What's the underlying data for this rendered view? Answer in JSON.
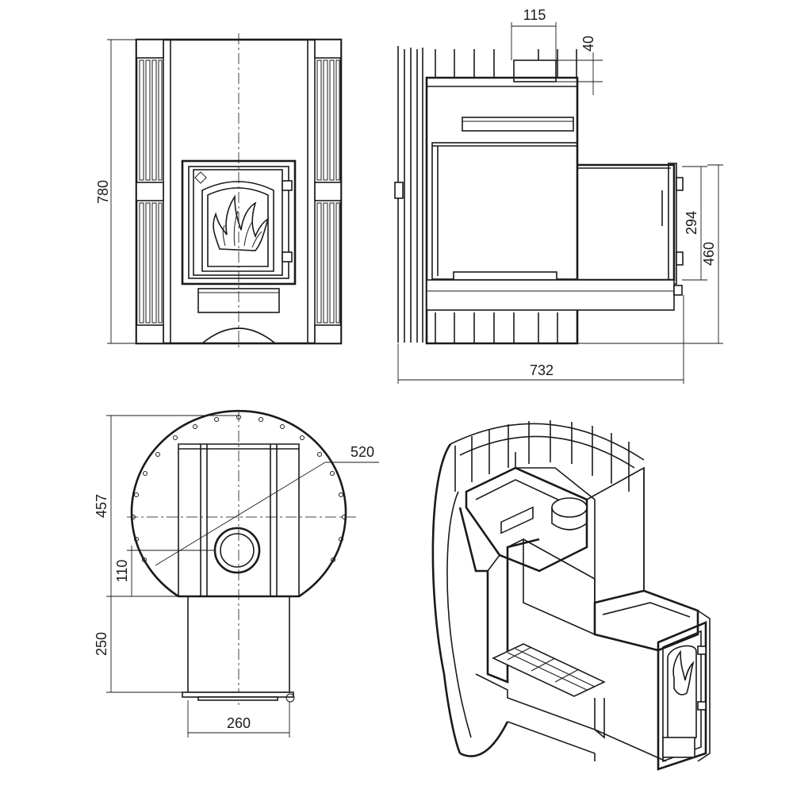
{
  "dimensions": {
    "front_height": "780",
    "top_flue_width": "115",
    "top_flue_offset": "40",
    "side_door_opening": "294",
    "side_tunnel_height": "460",
    "side_total_depth": "732",
    "plan_diameter": "520",
    "plan_depth": "457",
    "plan_flue_offset": "110",
    "plan_tunnel_length": "250",
    "plan_tunnel_width": "260"
  }
}
